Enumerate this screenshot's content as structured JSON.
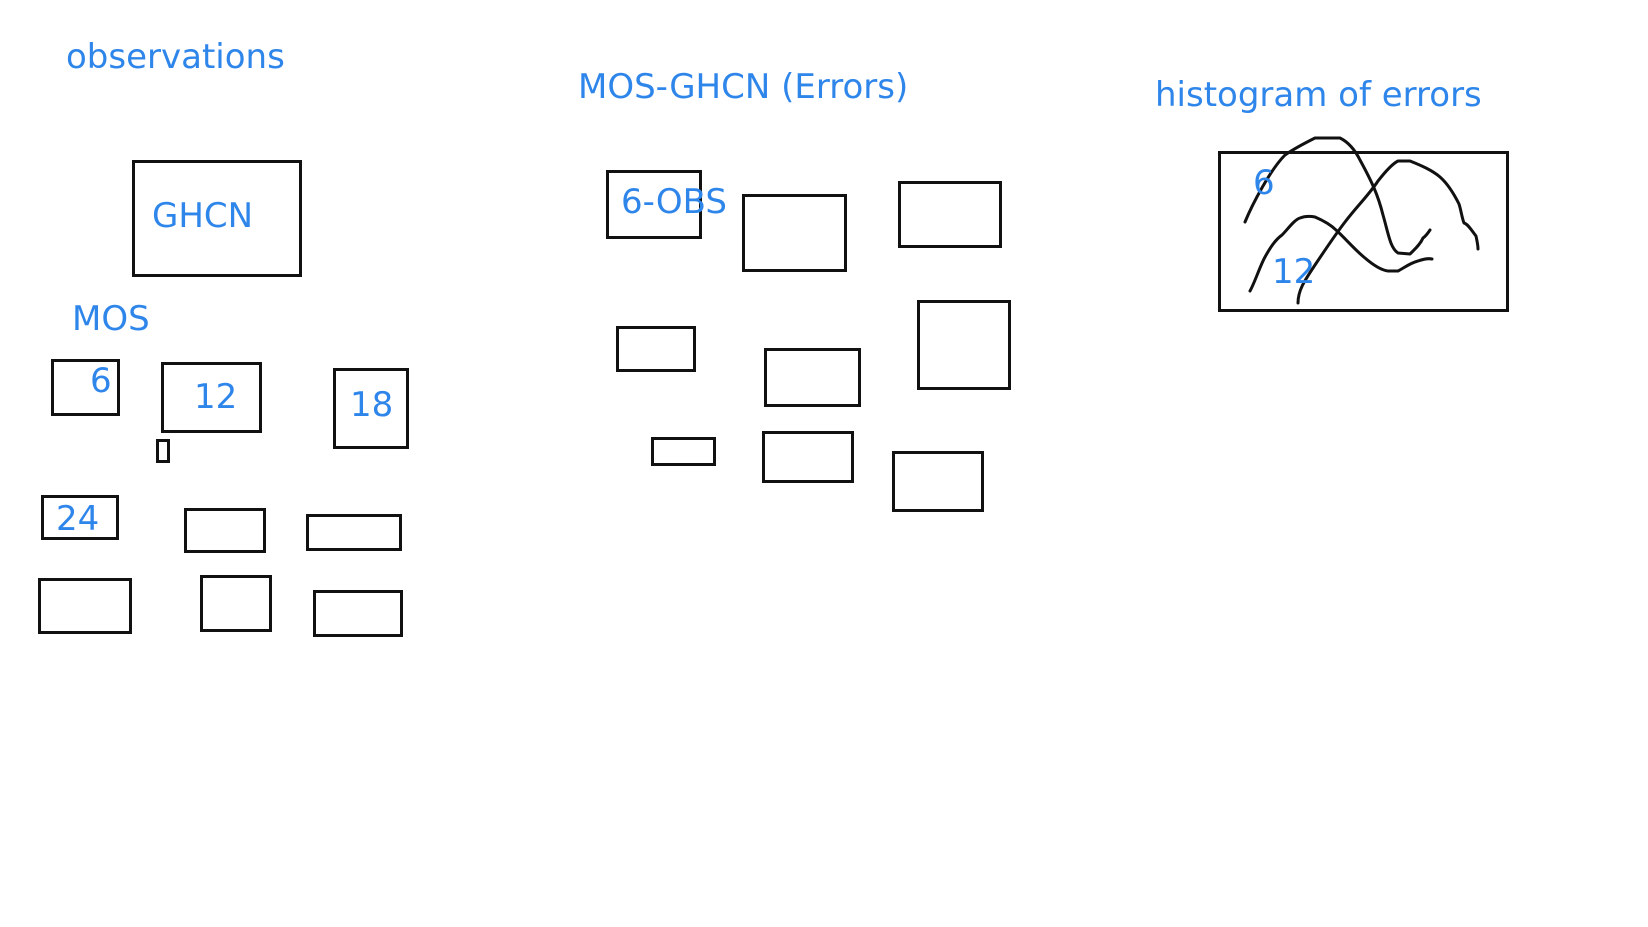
{
  "colors": {
    "text_accent": "#2f86ea",
    "stroke": "#111111",
    "background": "#ffffff"
  },
  "observations": {
    "title": "observations",
    "ghcn_label": "GHCN"
  },
  "mos": {
    "title": "MOS",
    "box_labels": [
      "6",
      "12",
      "18",
      "24"
    ]
  },
  "errors": {
    "title": "MOS-GHCN (Errors)",
    "first_box_label": "6-OBS"
  },
  "histogram": {
    "title": "histogram of errors",
    "curve_labels": [
      "6",
      "12"
    ]
  }
}
